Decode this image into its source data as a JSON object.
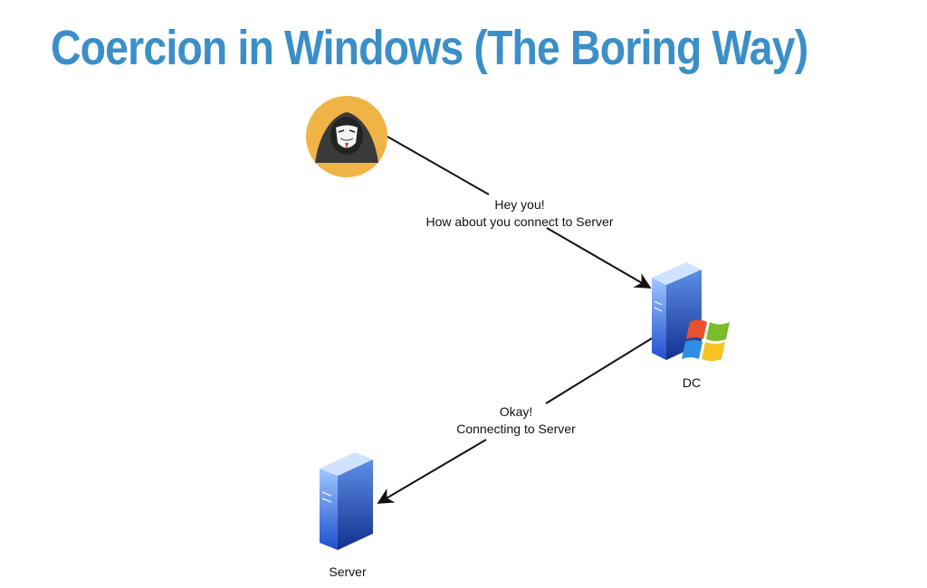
{
  "slide": {
    "title": "Coercion in Windows (The Boring Way)",
    "accent_color": "#3b8fc9"
  },
  "nodes": {
    "attacker": {
      "icon": "hacker-avatar-icon"
    },
    "dc": {
      "label": "DC",
      "icon": "server-windows-icon"
    },
    "server": {
      "label": "Server",
      "icon": "server-icon"
    }
  },
  "edges": [
    {
      "from": "attacker",
      "to": "dc",
      "lines": [
        "Hey you!",
        "How about you connect to Server"
      ]
    },
    {
      "from": "dc",
      "to": "server",
      "lines": [
        "Okay!",
        "Connecting to Server"
      ]
    }
  ]
}
